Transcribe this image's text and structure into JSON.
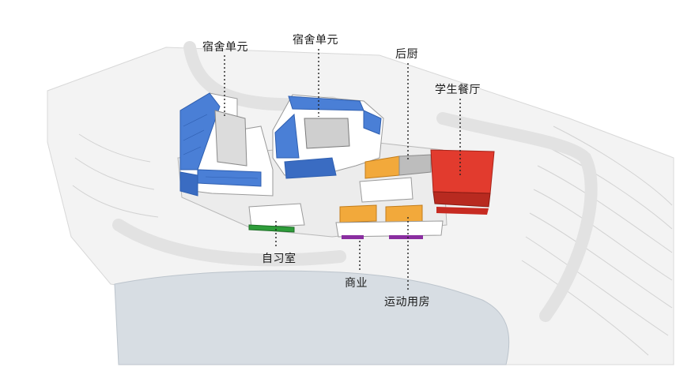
{
  "labels": {
    "dorm_a": "宿舍单元",
    "dorm_b": "宿舍单元",
    "kitchen": "后厨",
    "dining": "学生餐厅",
    "study": "自习室",
    "commerce": "商业",
    "sports": "运动用房"
  },
  "colors": {
    "dormitory": "#4a7fd6",
    "kitchen": "#f2a93b",
    "dining": "#e23b2e",
    "sports": "#f2a93b",
    "study": "#2e9d3a",
    "commerce": "#8a2ea0",
    "water": "#d7dde3",
    "terrain": "#f1f1f1"
  }
}
